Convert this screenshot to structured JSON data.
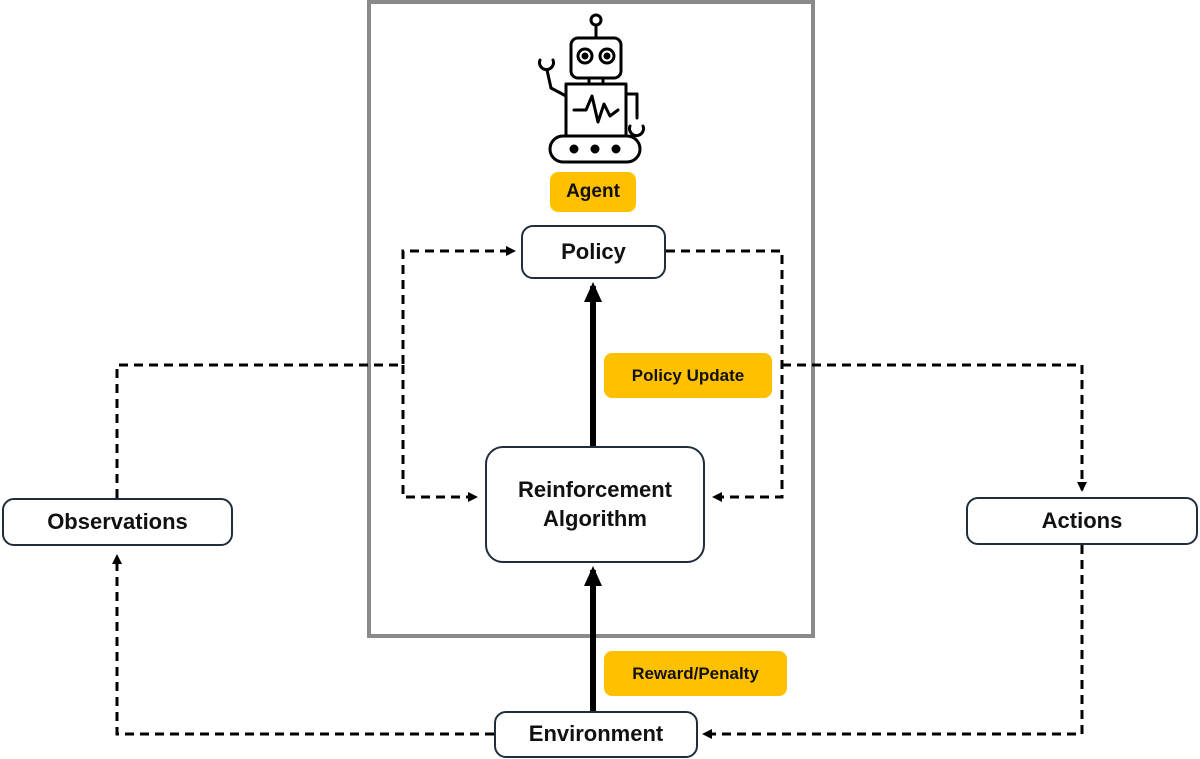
{
  "diagram": {
    "agent_label": "Agent",
    "nodes": {
      "policy": "Policy",
      "reinforcement_algorithm_line1": "Reinforcement",
      "reinforcement_algorithm_line2": "Algorithm",
      "observations": "Observations",
      "actions": "Actions",
      "environment": "Environment"
    },
    "edge_labels": {
      "policy_update": "Policy Update",
      "reward_penalty": "Reward/Penalty"
    },
    "colors": {
      "label_fill": "#ffc000",
      "node_border": "#1f2d3d",
      "agent_frame": "#8a8a8a",
      "arrow": "#000000"
    },
    "icons": [
      "robot-icon"
    ]
  }
}
